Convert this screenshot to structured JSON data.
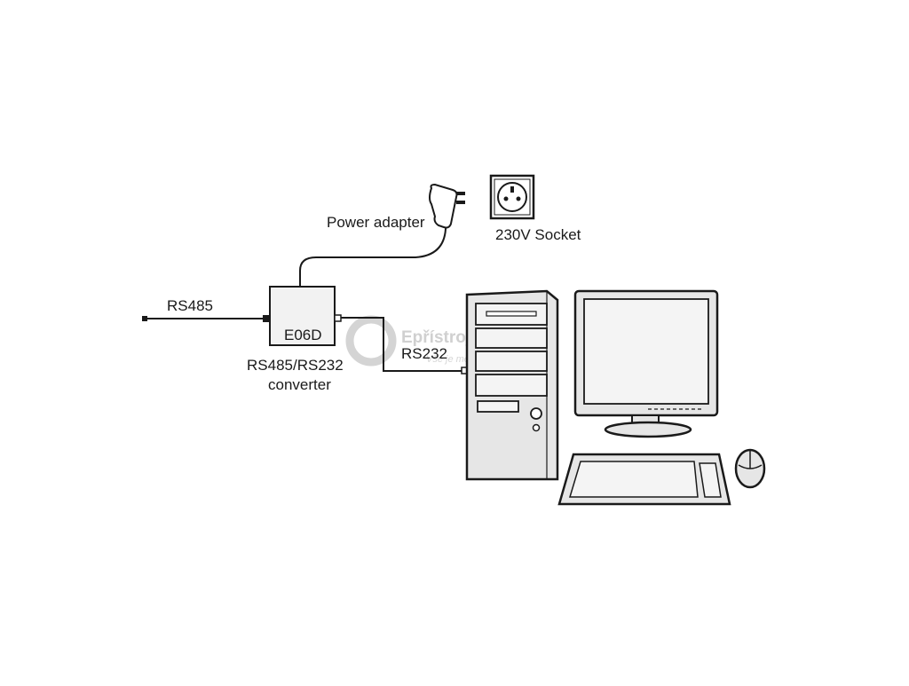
{
  "labels": {
    "rs485": "RS485",
    "power_adapter": "Power adapter",
    "socket": "230V  Socket",
    "device": "E06D",
    "converter_line1": "RS485/RS232",
    "converter_line2": "converter",
    "rs232": "RS232"
  },
  "watermark": {
    "brand": "Epřístroje.cz",
    "tagline": "Vše je měřitelné"
  },
  "colors": {
    "line": "#1a1a1a",
    "device_fill": "#f2f2f2",
    "pc_fill": "#e6e6e6",
    "screen_fill": "#f4f4f4",
    "watermark": "#cccccc"
  }
}
